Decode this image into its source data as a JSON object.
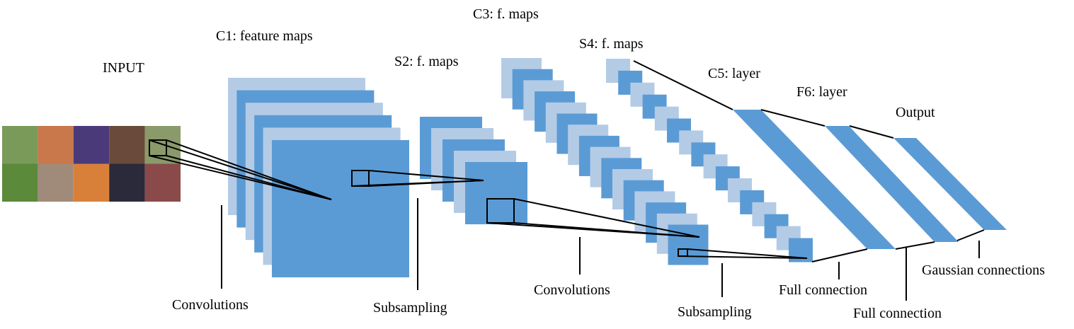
{
  "labels": {
    "input": "INPUT",
    "c1": "C1: feature maps",
    "s2": "S2: f. maps",
    "c3": "C3: f. maps",
    "s4": "S4: f. maps",
    "c5": "C5: layer",
    "f6": "F6: layer",
    "output": "Output"
  },
  "operations": {
    "conv1": "Convolutions",
    "sub1": "Subsampling",
    "conv2": "Convolutions",
    "sub2": "Subsampling",
    "full1": "Full connection",
    "full2": "Full connection",
    "gauss": "Gaussian connections"
  },
  "colors": {
    "dark": "#5b9bd5",
    "light": "#b4cbe6",
    "line": "#000000"
  }
}
